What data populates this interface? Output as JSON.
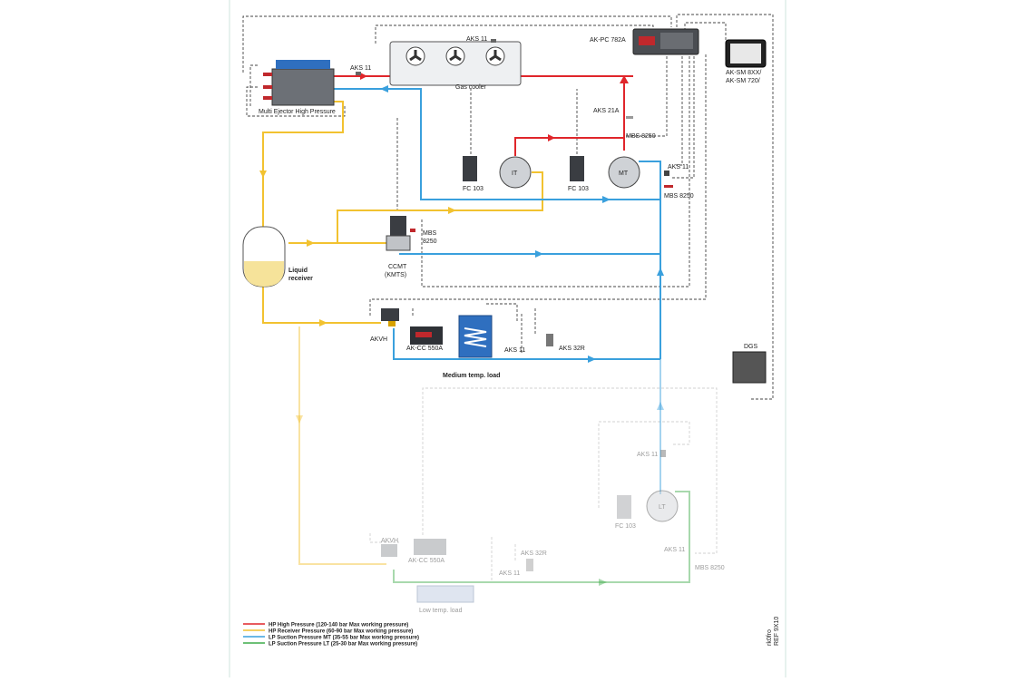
{
  "labels": {
    "aks11_gascooler": "AKS 11",
    "akpc782a": "AK-PC 782A",
    "aksm_line1": "AK-SM 8XX/",
    "aksm_line2": "AK-SM 720/",
    "aks11_ejector": "AKS 11",
    "gas_cooler": "Gas cooler",
    "multi_ejector": "Multi Ejector High Pressure",
    "aks21a": "AKS 21A",
    "mbs8250_top": "MBS 8250",
    "fc103_it": "FC 103",
    "it": "IT",
    "fc103_mt": "FC 103",
    "mt": "MT",
    "aks11_mt": "AKS 11",
    "mbs8250_mt": "MBS 8250",
    "mbs8250_ccmt_1": "MBS",
    "mbs8250_ccmt_2": "8250",
    "liquid_receiver_1": "Liquid",
    "liquid_receiver_2": "receiver",
    "ccmt_1": "CCMT",
    "ccmt_2": "(KMTS)",
    "akvh_mt": "AKVH",
    "akcc550a_mt": "AK-CC 550A",
    "aks11_mtload": "AKS 11",
    "aks32r_mt": "AKS 32R",
    "medium_load": "Medium temp. load",
    "dgs": "DGS",
    "aks11_lt": "AKS 11",
    "lt": "LT",
    "fc103_lt": "FC 103",
    "akvh_lt": "AKVH",
    "akcc550a_lt": "AK-CC 550A",
    "aks32r_lt": "AKS 32R",
    "aks11_ltload": "AKS 11",
    "aks11_ltright": "AKS 11",
    "mbs8250_lt": "MBS 8250",
    "low_load": "Low temp. load",
    "side_code_1": "rk0fro",
    "side_code_2": "REF 9X10"
  },
  "legend": [
    {
      "text": "HP High Pressure (120-140 bar Max working pressure)",
      "color": "#e0262b"
    },
    {
      "text": "HP Receiver Pressure (60-90 bar Max working pressure)",
      "color": "#f2c230"
    },
    {
      "text": "LP Suction Pressure MT (35-55 bar Max working pressure)",
      "color": "#3aa0dd"
    },
    {
      "text": "LP Suction Pressure LT (25-30 bar Max working pressure)",
      "color": "#3dab4a"
    }
  ],
  "colors": {
    "high_pressure": "#e0262b",
    "receiver_pressure": "#f2c230",
    "suction_mt": "#3aa0dd",
    "suction_lt": "#3dab4a",
    "control_line": "#444444",
    "frame_line": "#cfe6dc"
  },
  "icons": [
    "fan-icon",
    "compressor-icon",
    "valve-icon",
    "sensor-icon",
    "controller-icon",
    "monitor-icon"
  ]
}
